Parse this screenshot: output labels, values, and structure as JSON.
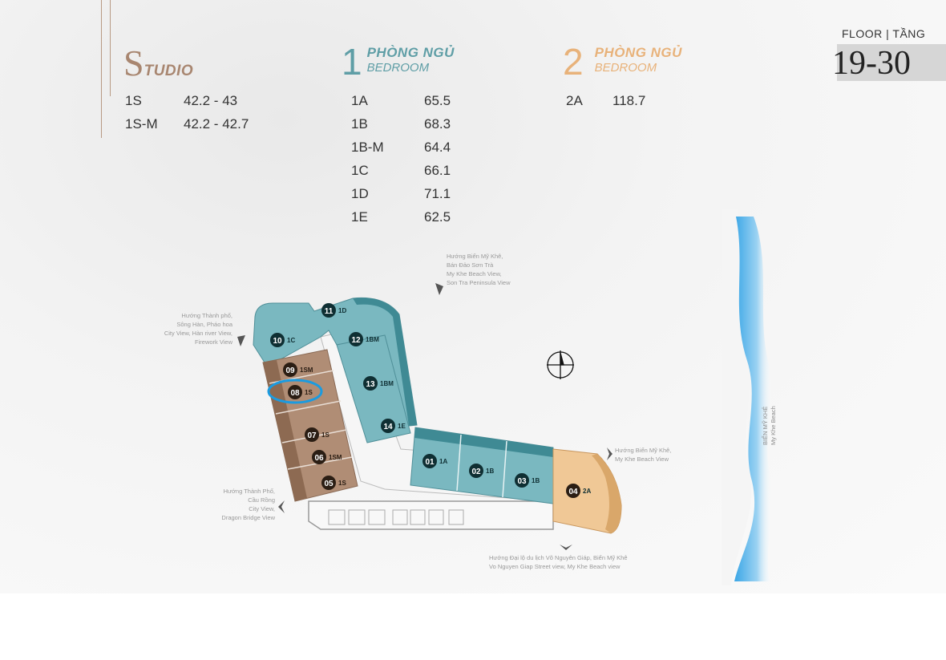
{
  "floor": {
    "label": "FLOOR | TẦNG",
    "range": "19-30"
  },
  "studio": {
    "initial": "S",
    "title": "TUDIO",
    "color": "#a88670",
    "units": [
      {
        "code": "1S",
        "area": "42.2 - 43"
      },
      {
        "code": "1S-M",
        "area": "42.2 - 42.7"
      }
    ]
  },
  "one_bed": {
    "number": "1",
    "title": "PHÒNG NGỦ",
    "subtitle": "BEDROOM",
    "color": "#5f9ea6",
    "units": [
      {
        "code": "1A",
        "area": "65.5"
      },
      {
        "code": "1B",
        "area": "68.3"
      },
      {
        "code": "1B-M",
        "area": "64.4"
      },
      {
        "code": "1C",
        "area": "66.1"
      },
      {
        "code": "1D",
        "area": "71.1"
      },
      {
        "code": "1E",
        "area": "62.5"
      }
    ]
  },
  "two_bed": {
    "number": "2",
    "title": "PHÒNG NGỦ",
    "subtitle": "BEDROOM",
    "color": "#e8b27a",
    "units": [
      {
        "code": "2A",
        "area": "118.7"
      }
    ]
  },
  "views": {
    "north": [
      "Hướng Biển Mỹ Khê,",
      "Bán Đảo Sơn Trà",
      "My Khe Beach View,",
      "Son Tra Peninsula View"
    ],
    "northwest": [
      "Hướng Thành phố,",
      "Sông Hàn, Pháo hoa",
      "City View, Hàn river View,",
      "Firework View"
    ],
    "west": [
      "Hướng Thành Phố,",
      "Cầu Rồng",
      "City View,",
      "Dragon Bridge View"
    ],
    "east": [
      "Hướng Biển Mỹ Khê,",
      "My Khe Beach View"
    ],
    "south": [
      "Hướng Đại lộ du lịch Võ Nguyên Giáp, Biển Mỹ Khê",
      "Vo Nguyen Giap Street view, My Khe Beach view"
    ]
  },
  "beach": {
    "vi": "BIỂN MỸ KHÊ",
    "en": "My Khe Beach"
  },
  "plan_units": [
    {
      "no": "11",
      "type": "1D",
      "group": "one"
    },
    {
      "no": "10",
      "type": "1C",
      "group": "one"
    },
    {
      "no": "12",
      "type": "1BM",
      "group": "one"
    },
    {
      "no": "09",
      "type": "1SM",
      "group": "studio"
    },
    {
      "no": "08",
      "type": "1S",
      "group": "studio",
      "highlighted": true
    },
    {
      "no": "13",
      "type": "1BM",
      "group": "one"
    },
    {
      "no": "14",
      "type": "1E",
      "group": "one"
    },
    {
      "no": "07",
      "type": "1S",
      "group": "studio"
    },
    {
      "no": "06",
      "type": "1SM",
      "group": "studio"
    },
    {
      "no": "05",
      "type": "1S",
      "group": "studio"
    },
    {
      "no": "01",
      "type": "1A",
      "group": "one"
    },
    {
      "no": "02",
      "type": "1B",
      "group": "one"
    },
    {
      "no": "03",
      "type": "1B",
      "group": "one"
    },
    {
      "no": "04",
      "type": "2A",
      "group": "two"
    }
  ],
  "highlight_color": "#1b9be0"
}
